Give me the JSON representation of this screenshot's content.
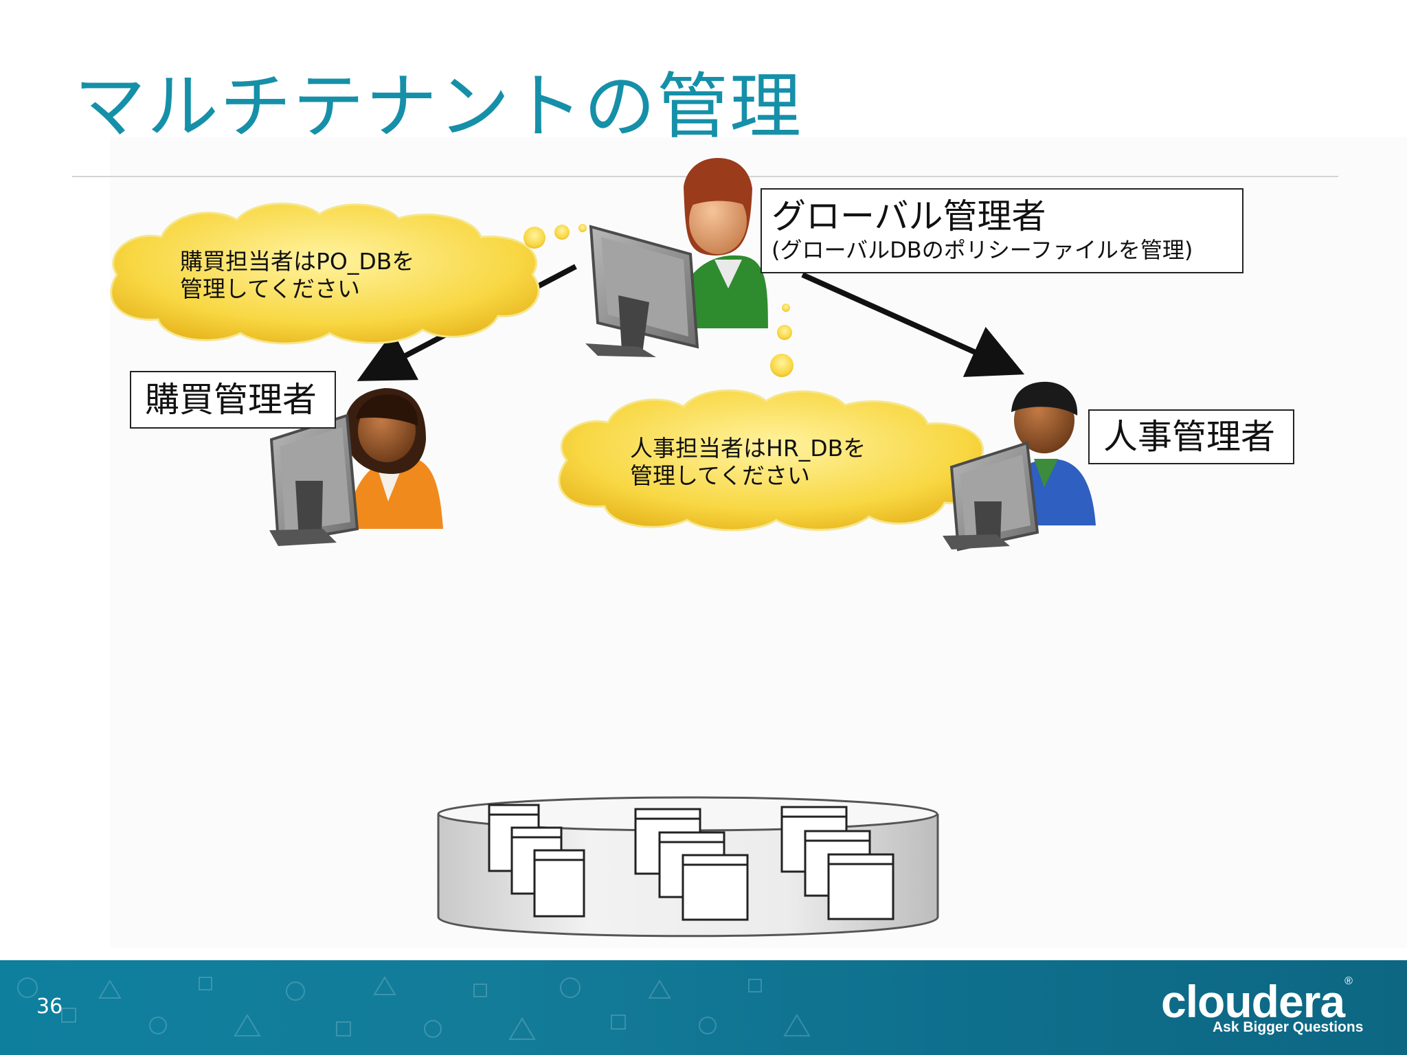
{
  "slide": {
    "title": "マルチテナントの管理",
    "page_number": "36"
  },
  "roles": {
    "global_admin": {
      "label": "グローバル管理者",
      "sublabel": "(グローバルDBのポリシーファイルを管理)"
    },
    "purchase_admin": {
      "label": "購買管理者"
    },
    "hr_admin": {
      "label": "人事管理者"
    }
  },
  "bubbles": {
    "purchase": {
      "line1": "購買担当者はPO_DBを",
      "line2": "管理してください"
    },
    "hr": {
      "line1": "人事担当者はHR_DBを",
      "line2": "管理してください"
    }
  },
  "colors": {
    "title": "#1590a8",
    "cloud": "#f7d23c",
    "global_shirt": "#2e8b2e",
    "purchase_shirt": "#f18a1c",
    "hr_shirt": "#2f5fc0",
    "footer": "#0f7f9e"
  },
  "branding": {
    "logo_text": "cloudera",
    "logo_mark": "®",
    "tagline": "Ask Bigger Questions"
  }
}
